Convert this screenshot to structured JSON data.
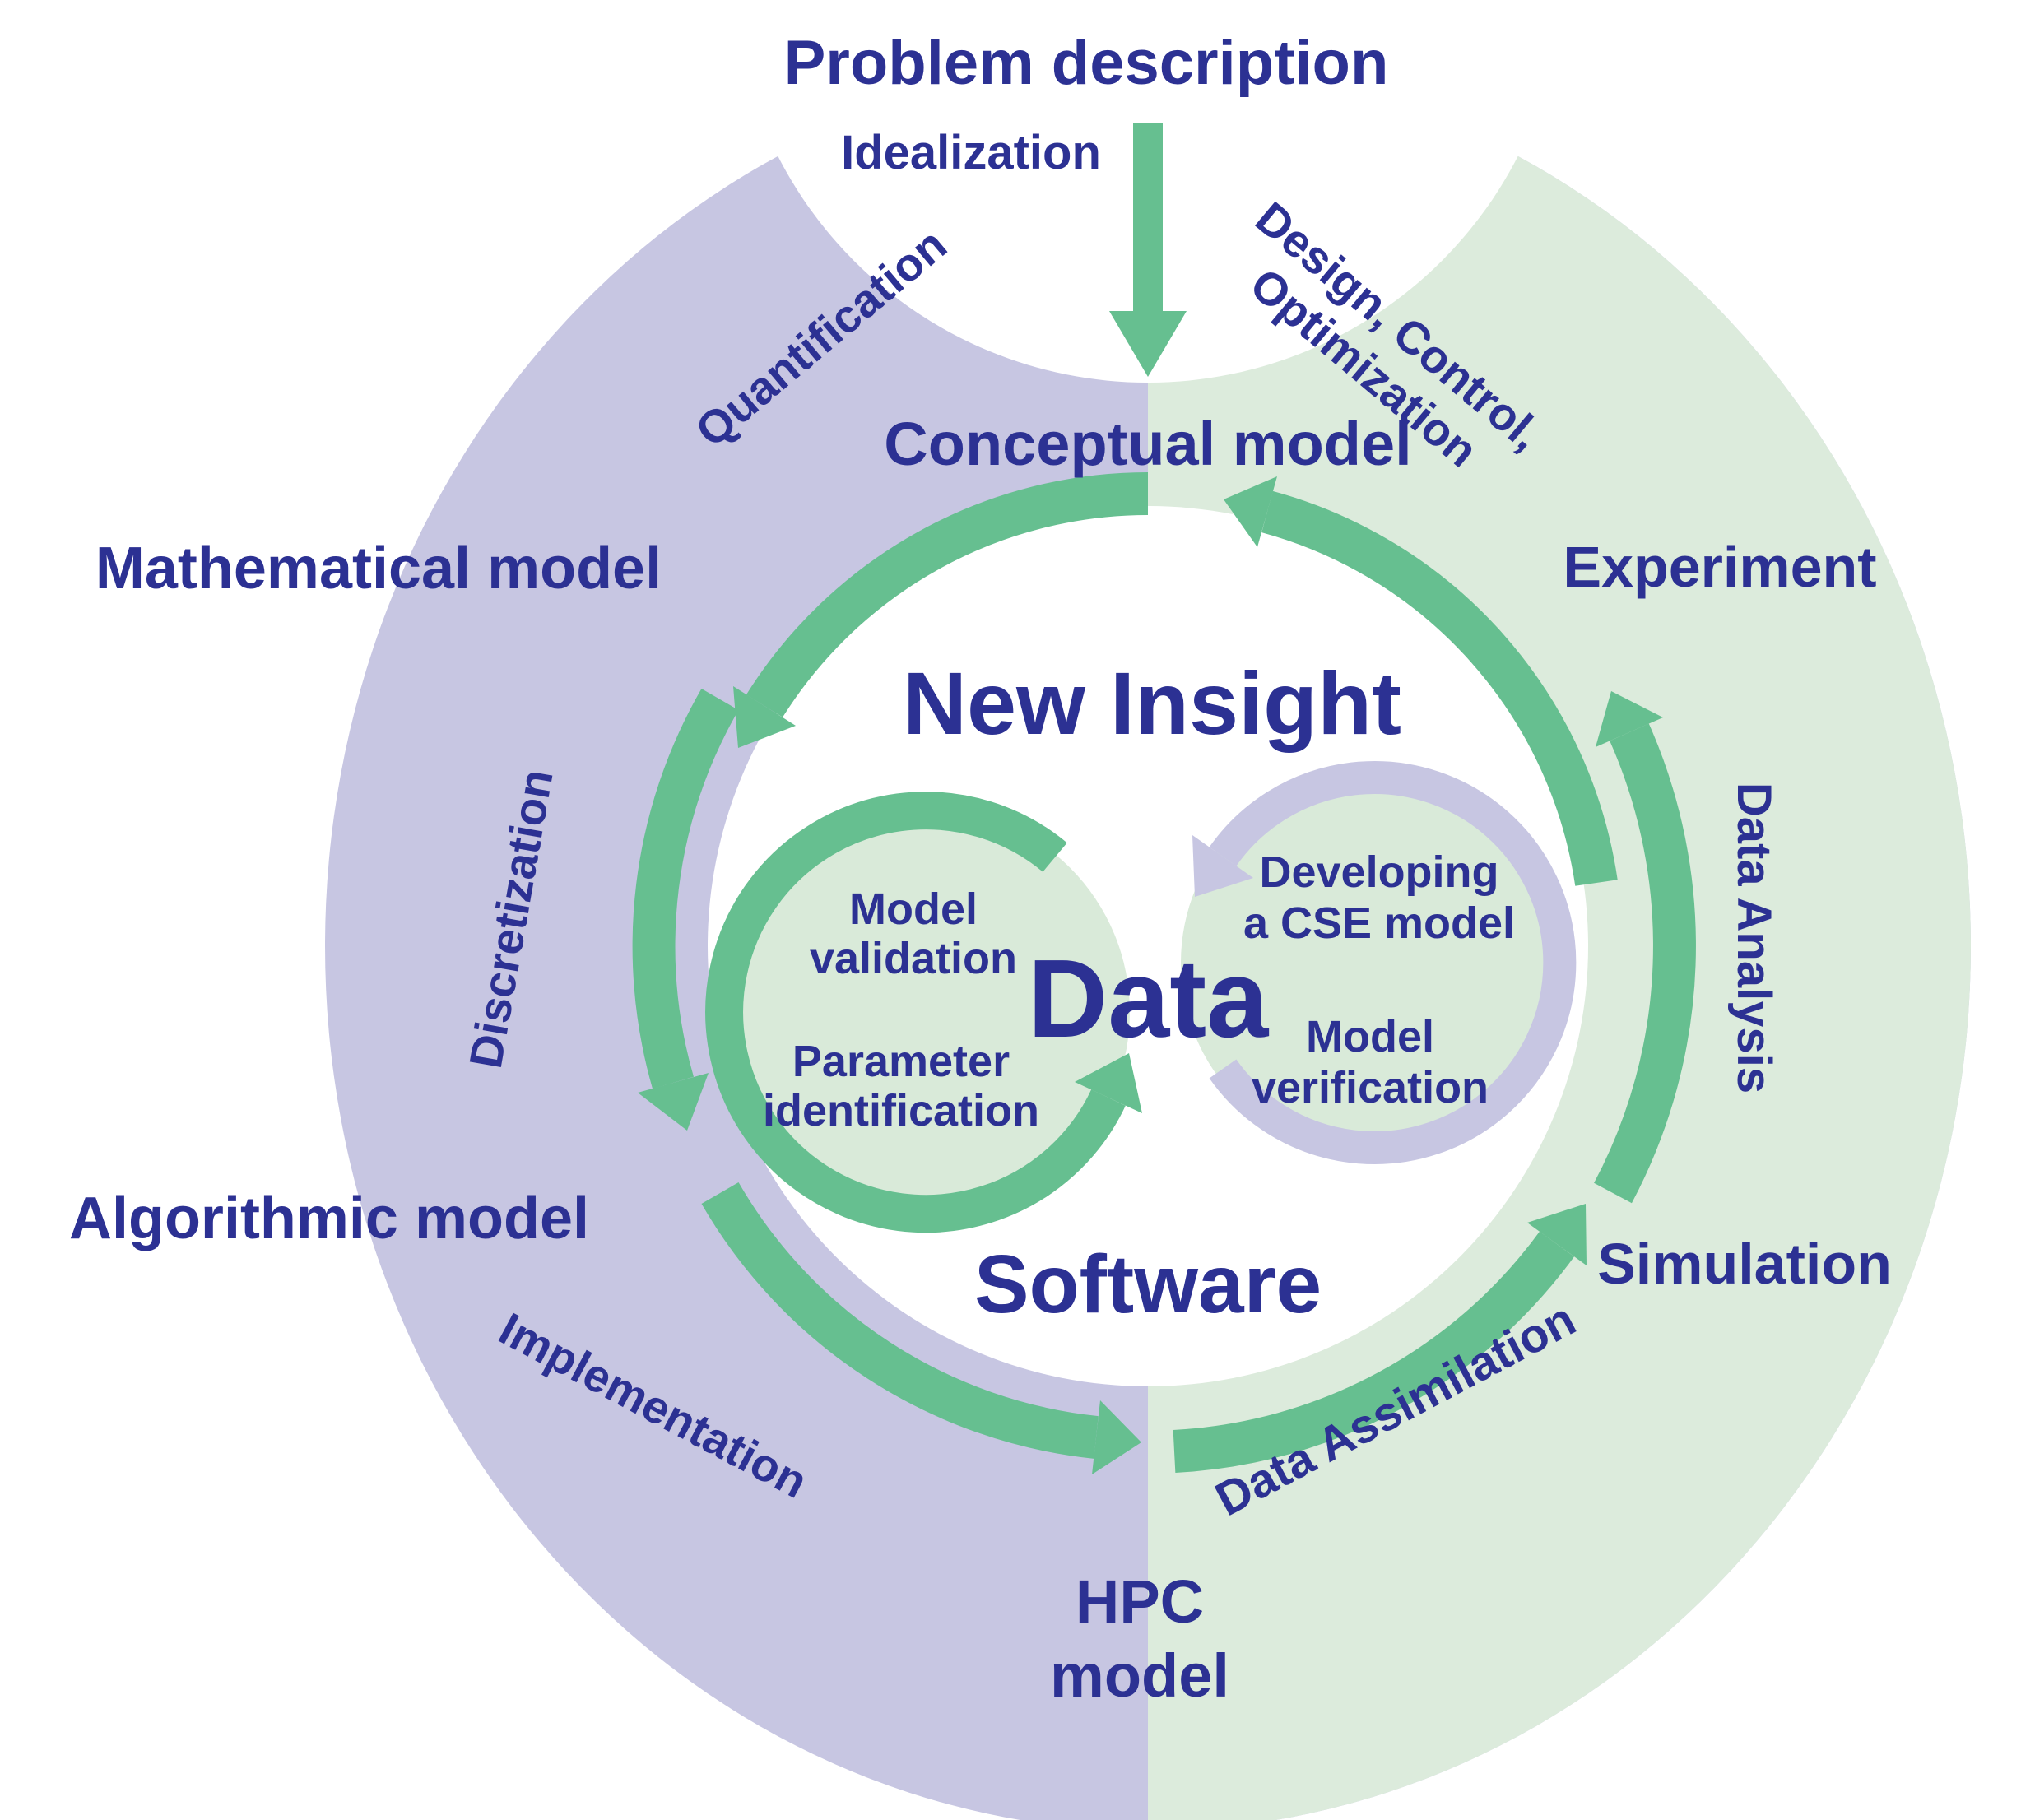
{
  "title": "CSE cycle diagram",
  "labels": {
    "problem_description": "Problem description",
    "idealization": "Idealization",
    "conceptual_model": "Conceptual model",
    "quantification": "Quantification",
    "mathematical_model": "Mathematical model",
    "discretization": "Discretization",
    "algorithmic_model": "Algorithmic model",
    "implementation": "Implementation",
    "hpc_model": {
      "line1": "HPC",
      "line2": "model"
    },
    "data_assimilation": "Data Assimilation",
    "simulation": "Simulation",
    "data_analysis": "Data Analysis",
    "experiment": "Experiment",
    "design_control_optimization": {
      "line1": "Design, Control,",
      "line2": "Optimization"
    },
    "new_insight": "New Insight",
    "data": "Data",
    "software": "Software",
    "left_cycle": {
      "line1": "Model",
      "line2": "validation",
      "line3": "Parameter",
      "line4": "identification"
    },
    "right_cycle": {
      "line1": "Developing",
      "line2": "a CSE model",
      "line3": "Model",
      "line4": "verification"
    }
  },
  "colors": {
    "background": "#ffffff",
    "text_navy": "#2c3193",
    "band_purple": "#c7c6e2",
    "band_green": "#dcebdc",
    "circle_green_fill": "#d9ead9",
    "arrow_green": "#66bf90",
    "ring_lavender": "#c7c6e2"
  }
}
